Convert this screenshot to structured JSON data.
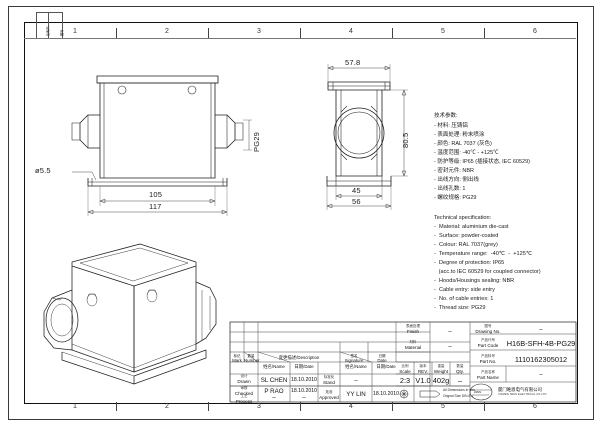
{
  "sheet": {
    "zone_labels_top": [
      "1",
      "2",
      "3",
      "4",
      "5",
      "6"
    ],
    "zone_labels_bottom": [
      "1",
      "2",
      "3",
      "4",
      "5",
      "6"
    ],
    "corner_cell_1": "比例尺",
    "corner_cell_2": "图号"
  },
  "front_view": {
    "dim_width_outer": "117",
    "dim_width_inner": "105",
    "dim_hole": "ø5.5",
    "label_thread": "PG29"
  },
  "side_view": {
    "dim_top_width": "57.8",
    "dim_height": "80.5",
    "dim_bottom_inner": "45",
    "dim_bottom_outer": "56"
  },
  "specs_cn": {
    "title": "技术参数:",
    "lines": [
      "- 材料: 压铸铝",
      "- 表面处理: 粉末喷涂",
      "- 颜色: RAL 7037 (灰色)",
      "- 温度范围: -40℃ - +125℃",
      "- 防护等级: IP65 (插接状态, IEC 60529)",
      "- 密封元件: NBR",
      "- 出线方向: 侧出线",
      "- 出线孔数: 1",
      "- 螺纹规格: PG29"
    ]
  },
  "specs_en": {
    "title": "Technical specification:",
    "lines": [
      "-  Material: aluminium die-cast",
      "-  Surface: powder-coated",
      "-  Colour: RAL 7037(grey)",
      "-  Temperature range:  -40℃  -  +125℃",
      "-  Degree of protection: IP65",
      "   (acc.to IEC 60529 for coupled connector)",
      "-  Hoods/Housings sealing: NBR",
      "-  Cable entry: side entry",
      "-  No. of cable entries: 1",
      "-  Thread size: PG29"
    ]
  },
  "revision_table": {
    "headers": {
      "mark": "Mark",
      "mark_cn": "标记",
      "number": "Number",
      "number_cn": "数量",
      "description": "变更描述/Description",
      "signature": "Signature",
      "signature_cn": "签名",
      "date": "Date",
      "date_cn": "日期"
    }
  },
  "signature_table": {
    "col_headers": [
      {
        "cn": "姓名",
        "en": "/Name"
      },
      {
        "cn": "日期",
        "en": "/Date"
      }
    ],
    "rows": [
      {
        "role_cn": "设计",
        "role_en": "Drawn",
        "name": "SL  CHEN",
        "date": "18.10.2010"
      },
      {
        "role_cn": "审核",
        "role_en": "Checked",
        "name": "P  RAO",
        "date": "18.10.2010"
      },
      {
        "role_cn": "工艺",
        "role_en": "Process",
        "name": "–",
        "date": "–"
      }
    ],
    "right_rows": [
      {
        "role_cn": "标准化",
        "role_en": "Stand",
        "name": "–",
        "date": ""
      },
      {
        "role_cn": "批准",
        "role_en": "Approved",
        "name": "YY  LIN",
        "date": "18.10.2010"
      }
    ]
  },
  "title_block": {
    "finish": {
      "cn": "表面处理",
      "en": "Finish",
      "value": "–"
    },
    "material": {
      "cn": "材料",
      "en": "Material",
      "value": "–"
    },
    "scale": {
      "cn": "比例",
      "en": "Scale",
      "value": "2:3"
    },
    "rev": {
      "cn": "版本",
      "en": "REV.",
      "value": "V1.0"
    },
    "weight": {
      "cn": "重量",
      "en": "Weight",
      "value": "402g"
    },
    "qty": {
      "cn": "数量",
      "en": "Qty.",
      "value": "–"
    },
    "drawing_no": {
      "cn": "图号",
      "en": "Drawing No.",
      "value": "–"
    },
    "part_code": {
      "cn": "产品代号",
      "en": "Part Code",
      "value": "H16B-SFH-4B-PG29"
    },
    "part_no": {
      "cn": "产品料号",
      "en": "Part No.",
      "value": "1110162305012"
    },
    "part_name": {
      "cn": "产品名称",
      "en": "Part Name",
      "value": "–"
    },
    "note_line1": "All Dimensions in mm",
    "note_line2": "Orignal Size DIN A 4",
    "company_cn": "厦门唯恩电气有限公司",
    "company_en": "XIAMEN IWAN ELECTRICAL CO.LTD",
    "logo_text": "WAIN"
  }
}
